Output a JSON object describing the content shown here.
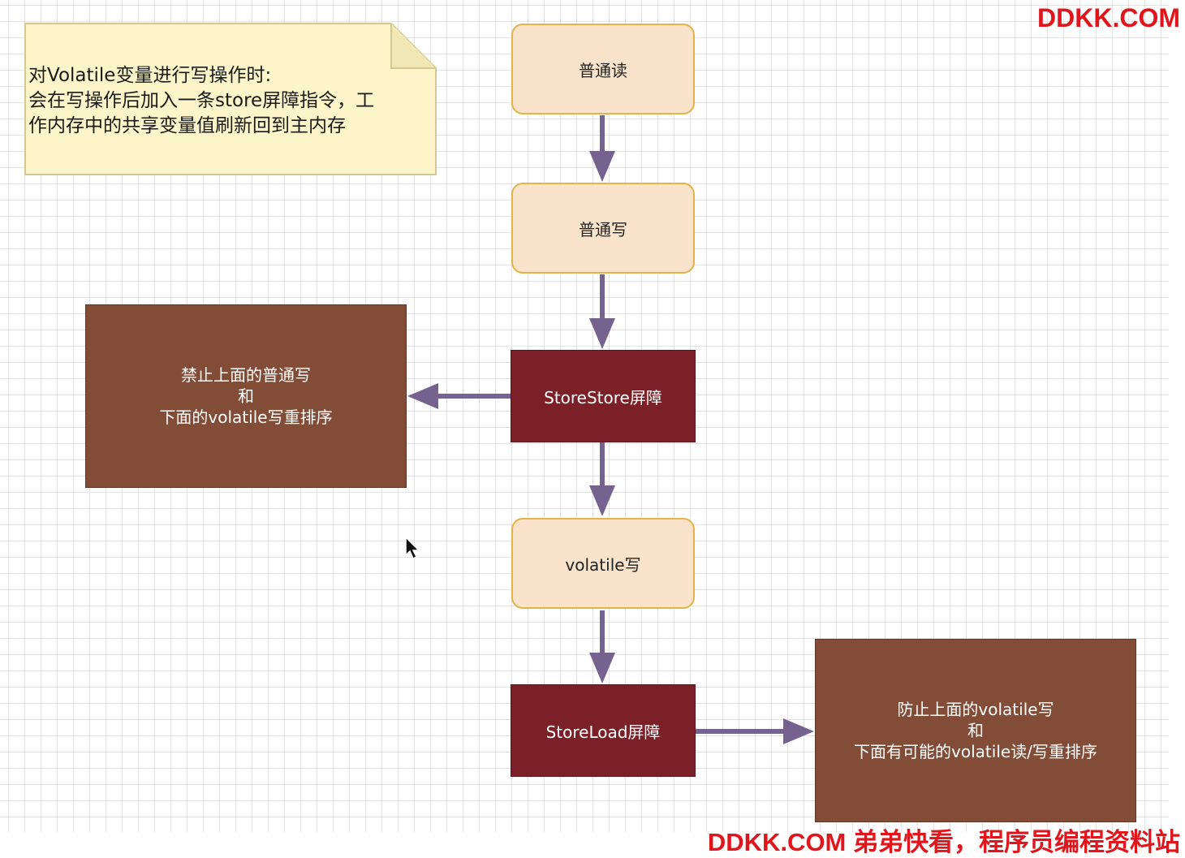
{
  "note": {
    "lines": [
      "对Volatile变量进行写操作时:",
      "会在写操作后加入一条store屏障指令，工",
      "作内存中的共享变量值刷新回到主内存"
    ]
  },
  "nodes": {
    "normal_read": "普通读",
    "normal_write": "普通写",
    "storestore": "StoreStore屏障",
    "volatile_write": "volatile写",
    "storeload": "StoreLoad屏障"
  },
  "desc_storestore": {
    "line1": "禁止上面的普通写",
    "line2": "和",
    "line3": "下面的volatile写重排序"
  },
  "desc_storeload": {
    "line1": "防止上面的volatile写",
    "line2": "和",
    "line3": "下面有可能的volatile读/写重排序"
  },
  "watermark": {
    "top": "DDKK.COM",
    "bottom": "DDKK.COM 弟弟快看，程序员编程资料站"
  },
  "colors": {
    "op_fill": "#f9e4cb",
    "op_border": "#e3b24a",
    "barrier_fill": "#7b2027",
    "desc_fill": "#824c37",
    "arrow": "#76628f",
    "note_fill": "#fcf5c9",
    "watermark": "#e1161c"
  }
}
